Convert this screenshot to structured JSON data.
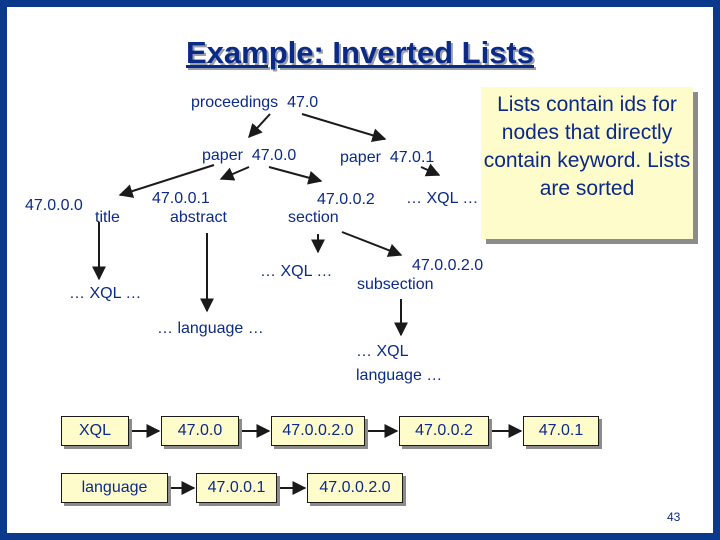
{
  "title": "Example: Inverted Lists",
  "tree": {
    "root": {
      "tag": "proceedings",
      "id": "47.0"
    },
    "paper1": {
      "tag": "paper",
      "id": "47.0.0"
    },
    "paper2": {
      "tag": "paper",
      "id": "47.0.1"
    },
    "title_id": "47.0.0.0",
    "title_tag": "title",
    "abstract_id": "47.0.0.1",
    "abstract_tag": "abstract",
    "section_id": "47.0.0.2",
    "section_tag": "section",
    "subsection_id": "47.0.0.2.0",
    "subsection_tag": "subsection",
    "xql_paper2": "… XQL …",
    "xql_title": "… XQL …",
    "xql_section": "… XQL …",
    "language_abstract": "… language …",
    "subsection_text_1": "… XQL",
    "subsection_text_2": "language …"
  },
  "callout": "Lists contain ids for nodes that directly contain keyword. Lists are sorted",
  "inverted_lists": [
    {
      "keyword": "XQL",
      "ids": [
        "47.0.0",
        "47.0.0.2.0",
        "47.0.0.2",
        "47.0.1"
      ]
    },
    {
      "keyword": "language",
      "ids": [
        "47.0.0.1",
        "47.0.0.2.0"
      ]
    }
  ],
  "page_number": "43"
}
